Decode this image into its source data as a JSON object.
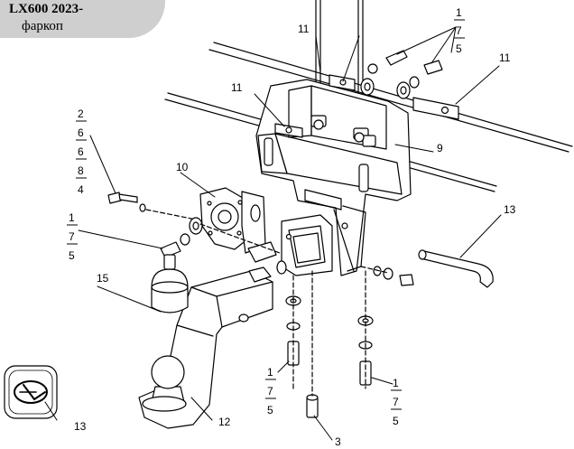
{
  "header": {
    "model": "LX600 2023-",
    "subtitle": "фаркоп"
  },
  "callouts": {
    "c11a": "11",
    "c11b": "11",
    "c11c": "11",
    "c9": "9",
    "c10": "10",
    "c13a": "13",
    "c13b": "13",
    "c15": "15",
    "c12": "12",
    "c3": "3",
    "stack_top_right": [
      "1",
      "7",
      "5"
    ],
    "stack_left_bolt": [
      "2",
      "6",
      "6",
      "8",
      "4"
    ],
    "stack_left_mid": [
      "1",
      "7",
      "5"
    ],
    "stack_bottom_left": [
      "1",
      "7",
      "5"
    ],
    "stack_bottom_right": [
      "1",
      "7",
      "5"
    ]
  },
  "badge": {
    "logo": "lexus-logo"
  }
}
